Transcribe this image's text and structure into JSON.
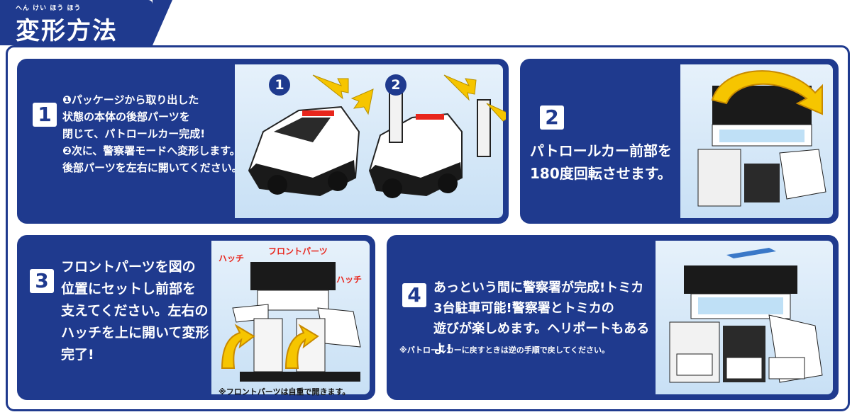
{
  "header": {
    "title": "変形方法",
    "ruby": "へん けい ほう ほう"
  },
  "steps": [
    {
      "number": "1",
      "text": "❶パッケージから取り出した\n状態の本体の後部パーツを\n閉じて、パトロールカー完成!\n❷次に、警察署モードへ変形します。\n後部パーツを左右に開いてください。",
      "image_markers": [
        "1",
        "2"
      ],
      "icon": "police-car-steps-image"
    },
    {
      "number": "2",
      "text": "パトロールカー前部を\n180度回転させます。",
      "icon": "rotate-front-image"
    },
    {
      "number": "3",
      "text": "フロントパーツを図の\n位置にセットし前部を\n支えてください。左右の\nハッチを上に開いて変形\n完了!",
      "callouts": [
        "ハッチ",
        "フロントパーツ",
        "ハッチ"
      ],
      "image_note": "※フロントパーツは自重で開きます。",
      "icon": "hatch-open-image"
    },
    {
      "number": "4",
      "text": "あっという間に警察署が完成!トミカ\n3台駐車可能!警察署とトミカの\n遊びが楽しめます。ヘリポートもあるよ!",
      "note": "※パトロールカーに戻すときは逆の手順で戻してください。",
      "icon": "police-station-image"
    }
  ],
  "colors": {
    "primary": "#1f3a8e",
    "panel_image_bg": "#d6e8f8",
    "arrow": "#f6c500",
    "siren_red": "#e8261c"
  }
}
